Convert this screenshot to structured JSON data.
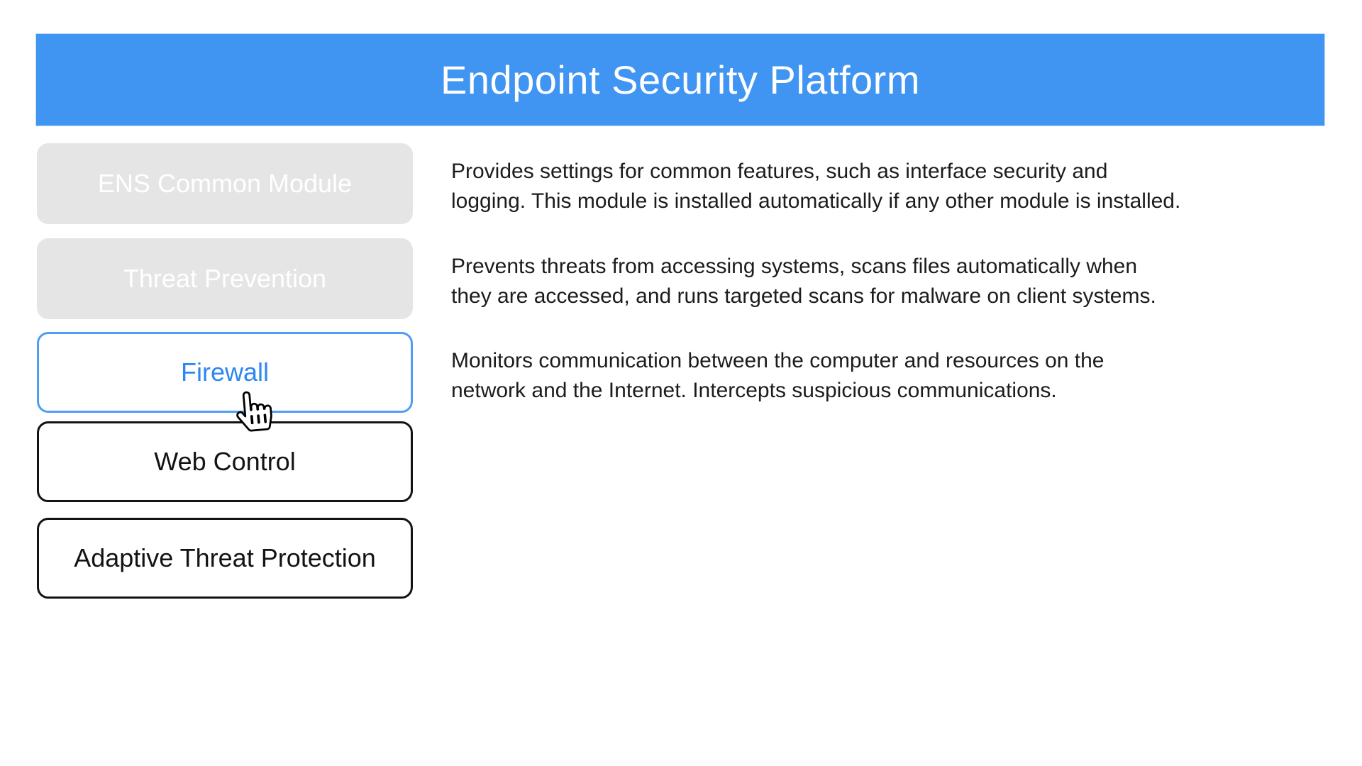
{
  "header": {
    "title": "Endpoint Security Platform"
  },
  "colors": {
    "header_bg": "#3F95F1",
    "visited_button_bg": "#E5E5E6",
    "visited_button_text": "#FFFFFF",
    "active_button_border": "#4F9DF4",
    "active_button_text": "#2E87F0",
    "default_button_border": "#131313",
    "description_text": "#1C1C1C"
  },
  "modules": [
    {
      "label": "ENS Common Module",
      "state": "visited",
      "description_lines": [
        "Provides settings for common features, such as interface security and",
        "logging. This module is installed automatically if any other module is installed."
      ]
    },
    {
      "label": "Threat Prevention",
      "state": "visited",
      "description_lines": [
        "Prevents threats from accessing systems, scans files automatically when",
        "they are accessed, and runs targeted scans for malware on client systems."
      ]
    },
    {
      "label": "Firewall",
      "state": "active",
      "description_lines": [
        "Monitors communication between the computer and resources on the",
        "network and the Internet. Intercepts suspicious communications."
      ]
    },
    {
      "label": "Web Control",
      "state": "default",
      "description_lines": []
    },
    {
      "label": "Adaptive Threat Protection",
      "state": "default",
      "description_lines": []
    }
  ],
  "cursor": {
    "type": "hand-pointer",
    "over": "Firewall"
  }
}
